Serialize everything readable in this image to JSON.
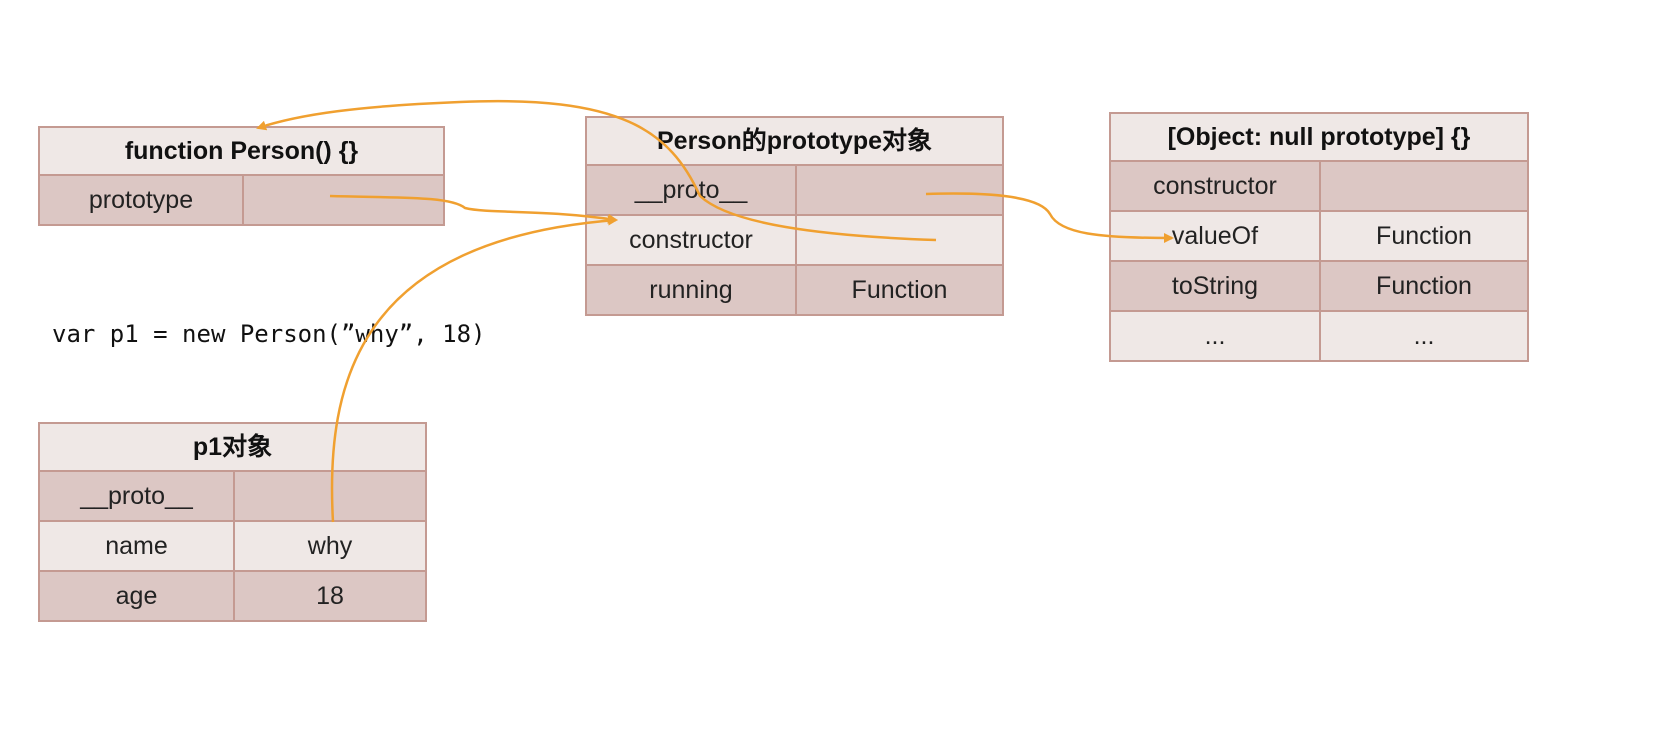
{
  "tables": {
    "person_fn": {
      "header": "function Person() {}",
      "rows": [
        {
          "key": "prototype",
          "value": ""
        }
      ]
    },
    "person_prototype": {
      "header": "Person的prototype对象",
      "rows": [
        {
          "key": "__proto__",
          "value": ""
        },
        {
          "key": "constructor",
          "value": ""
        },
        {
          "key": "running",
          "value": "Function"
        }
      ]
    },
    "object_prototype": {
      "header": "[Object: null prototype] {}",
      "rows": [
        {
          "key": "constructor",
          "value": ""
        },
        {
          "key": "valueOf",
          "value": "Function"
        },
        {
          "key": "toString",
          "value": "Function"
        },
        {
          "key": "...",
          "value": "..."
        }
      ]
    },
    "p1": {
      "header": "p1对象",
      "rows": [
        {
          "key": "__proto__",
          "value": ""
        },
        {
          "key": "name",
          "value": "why"
        },
        {
          "key": "age",
          "value": "18"
        }
      ]
    }
  },
  "code_line": "var p1 = new Person(”why”, 18)",
  "colors": {
    "arrow": "#f0a030",
    "border": "#c49a92",
    "row_dark": "#dcc7c4",
    "row_light": "#efe8e6"
  }
}
